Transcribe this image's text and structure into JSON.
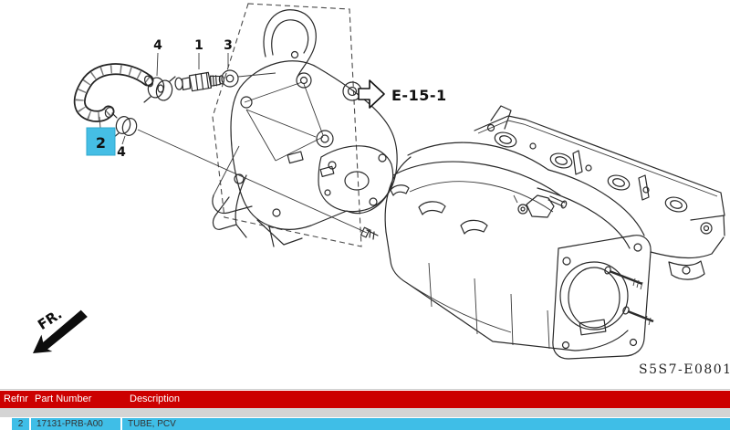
{
  "diagram": {
    "callouts": {
      "clamp_top": "4",
      "valve": "1",
      "washer": "3",
      "tube": "2",
      "clamp_tube": "4"
    },
    "reference_label": "E-15-1",
    "direction_label": "FR.",
    "drawing_number": "S5S7-E0801",
    "highlight_color": "#45BEE5"
  },
  "table": {
    "headers": [
      "Refnr",
      "Part Number",
      "Description"
    ],
    "header_bg": "#CC0000",
    "row_highlight_bg": "#3FBEE7",
    "rows": [
      {
        "refnr": "2",
        "part_number": "17131-PRB-A00",
        "description": "TUBE, PCV"
      }
    ]
  }
}
